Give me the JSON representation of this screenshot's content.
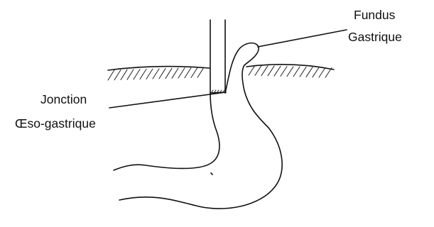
{
  "labels": {
    "fundus": {
      "line1": "Fundus",
      "line2": "Gastrique"
    },
    "junction": {
      "line1": "Jonction",
      "line2": "Œso-gastrique"
    }
  },
  "colors": {
    "ink": "#111111",
    "background": "#ffffff"
  }
}
